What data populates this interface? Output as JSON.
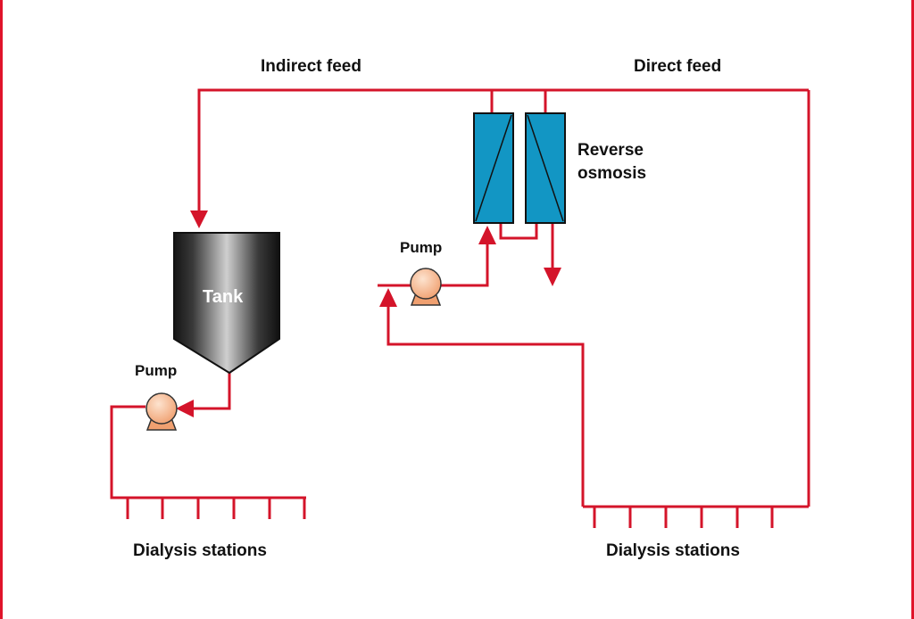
{
  "labels": {
    "indirect_feed": "Indirect feed",
    "direct_feed": "Direct feed",
    "reverse_osmosis_line1": "Reverse",
    "reverse_osmosis_line2": "osmosis",
    "pump_left": "Pump",
    "pump_right": "Pump",
    "tank": "Tank",
    "dialysis_left": "Dialysis stations",
    "dialysis_right": "Dialysis stations"
  },
  "colors": {
    "pipe": "#d4142a",
    "ro_membrane": "#1296c4",
    "pump": "#f6b48a",
    "tank_dark": "#1a1a1a",
    "tank_light": "#d8d8d8",
    "frame": "#e0142a"
  }
}
